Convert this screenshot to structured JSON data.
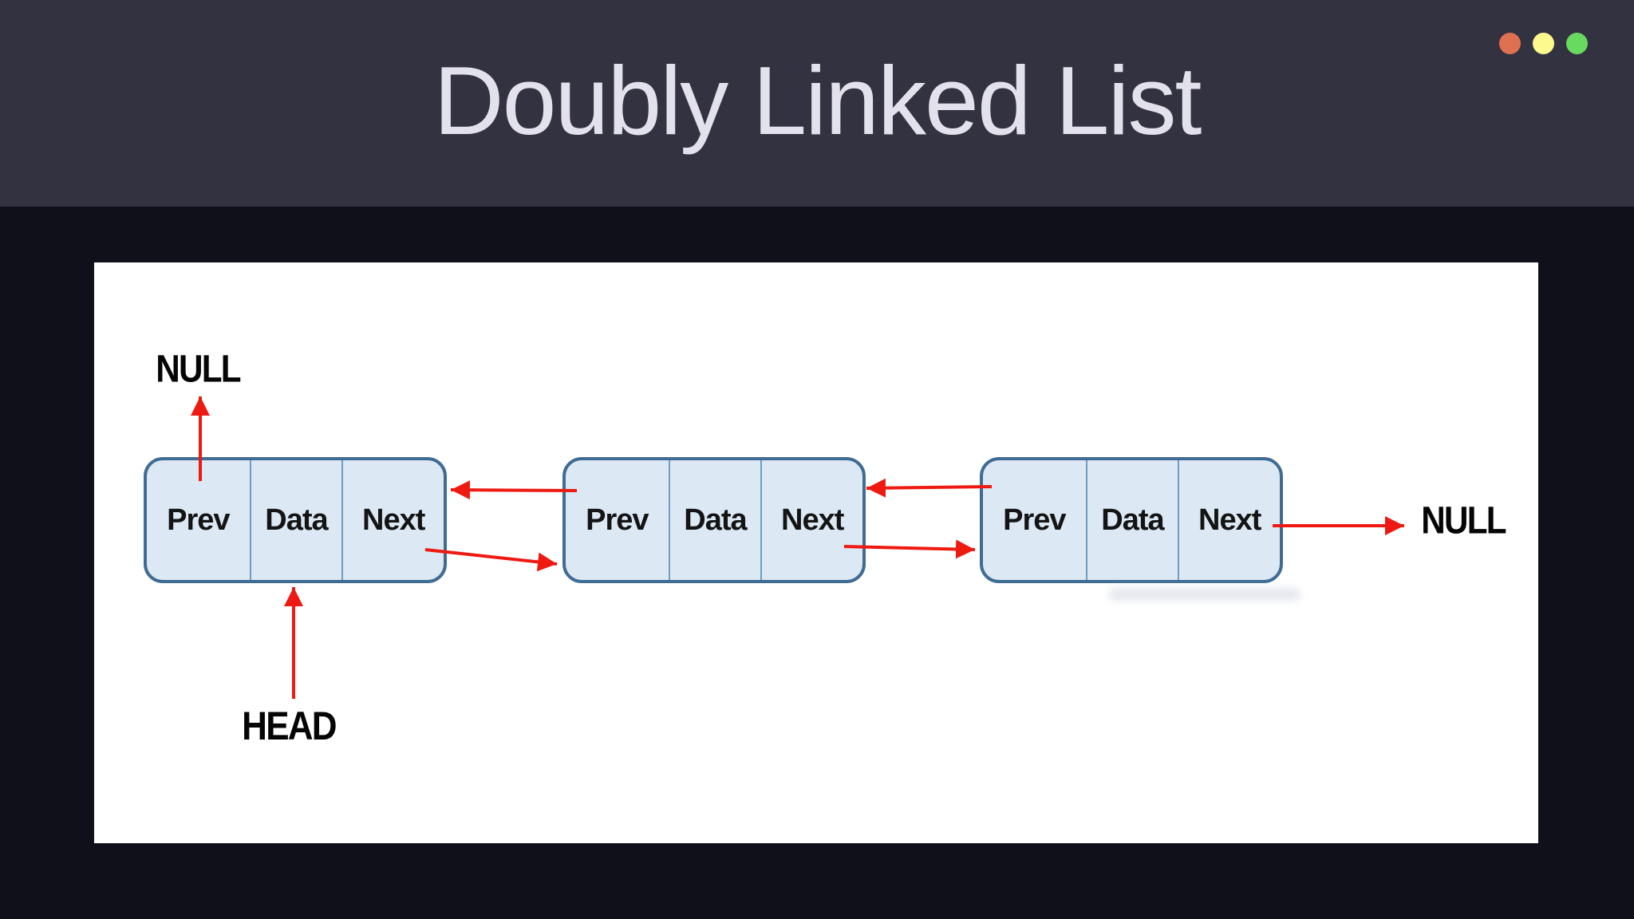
{
  "header": {
    "title": "Doubly Linked List"
  },
  "window_controls": [
    {
      "name": "close",
      "color": "#df7150"
    },
    {
      "name": "minimize",
      "color": "#fcf98f"
    },
    {
      "name": "maximize",
      "color": "#68da5f"
    }
  ],
  "diagram": {
    "labels": {
      "null_left": "NULL",
      "null_right": "NULL",
      "head": "HEAD"
    },
    "nodes": [
      {
        "cells": [
          "Prev",
          "Data",
          "Next"
        ]
      },
      {
        "cells": [
          "Prev",
          "Data",
          "Next"
        ]
      },
      {
        "cells": [
          "Prev",
          "Data",
          "Next"
        ]
      }
    ],
    "arrows": [
      {
        "name": "node1-prev-to-null",
        "direction": "up"
      },
      {
        "name": "node2-prev-to-node1",
        "direction": "left"
      },
      {
        "name": "node1-next-to-node2",
        "direction": "right"
      },
      {
        "name": "node3-prev-to-node2",
        "direction": "left"
      },
      {
        "name": "node2-next-to-node3",
        "direction": "right"
      },
      {
        "name": "node3-next-to-null",
        "direction": "right"
      },
      {
        "name": "head-to-node1",
        "direction": "up"
      }
    ]
  },
  "colors": {
    "page_bg": "#10101a",
    "header_bg": "#333241",
    "title_text": "#e3e2ec",
    "panel_bg": "#ffffff",
    "node_fill": "#dce8f4",
    "node_border": "#3f6b94",
    "node_divider": "#6f9cc4",
    "node_text": "#141414",
    "label_text": "#050505",
    "arrow": "#ee1a11"
  }
}
